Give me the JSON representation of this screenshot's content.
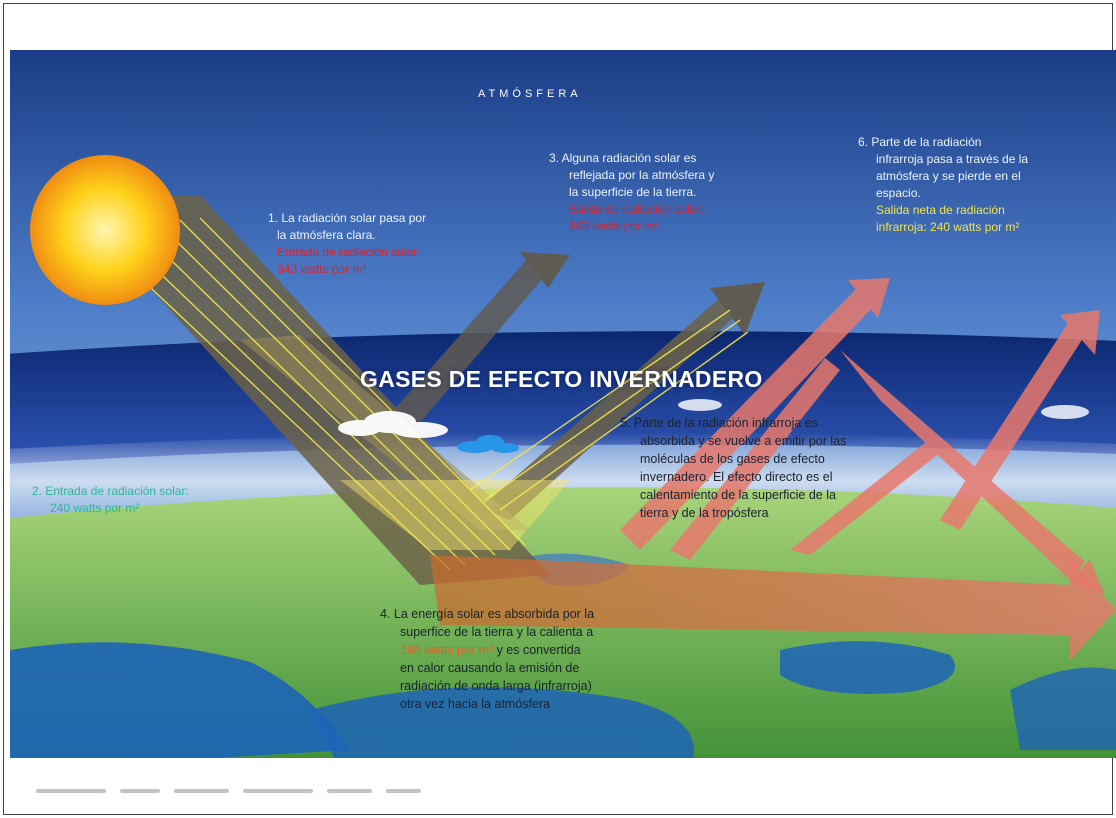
{
  "atmosphere_title": "ATMÓSFERA",
  "gases_title": "GASES DE EFECTO INVERNADERO",
  "steps": {
    "s1": {
      "lines": [
        "1. La radiación solar pasa por",
        "la atmósfera clara."
      ],
      "highlight": [
        "Entrada de radiación solar:",
        "343 watts por m²"
      ]
    },
    "s2": {
      "lines": [
        "2. Entrada de radiación solar:",
        "240 watts por m²"
      ]
    },
    "s3": {
      "lines": [
        "3. Alguna radiación solar es",
        "reflejada por la atmósfera y",
        "la superficie de la tierra."
      ],
      "highlight": [
        "Salida de radiación solar:",
        "103 watts por m²"
      ]
    },
    "s4": {
      "lines_a": [
        "4. La energía solar es absorbida por la",
        "superfice de la tierra y la calienta a"
      ],
      "value": "168 watts por m²",
      "value_rest": " y es convertida",
      "lines_b": [
        "en calor causando la emisión de",
        "radiación de onda larga (infrarroja)",
        "otra vez hacia la atmósfera"
      ]
    },
    "s5": {
      "lines": [
        "5. Parte de la radiación infrarroja es",
        "absorbida y se vuelve a emitir por las",
        "moléculas de los gases de efecto",
        "invernadero. El efecto directo es el",
        "calentamiento de la superficie de la",
        "tierra y de la tropósfera"
      ]
    },
    "s6": {
      "lines": [
        "6. Parte de la radiación",
        "infrarroja pasa a través de la",
        "atmósfera y se pierde en el",
        "espacio."
      ],
      "highlight": [
        "Salida neta de radiación",
        "infrarroja: 240 watts por m²"
      ]
    }
  },
  "colors": {
    "sky_top": "#1b3c86",
    "sky_bottom": "#a9cbef",
    "greenhouse_band": "#0f2d7e",
    "sun": "#ffd21a",
    "infrared_arrow": "#e8786c",
    "solar_beam": "#6b6148",
    "land": "#63b04a",
    "sea": "#1d64b8"
  }
}
